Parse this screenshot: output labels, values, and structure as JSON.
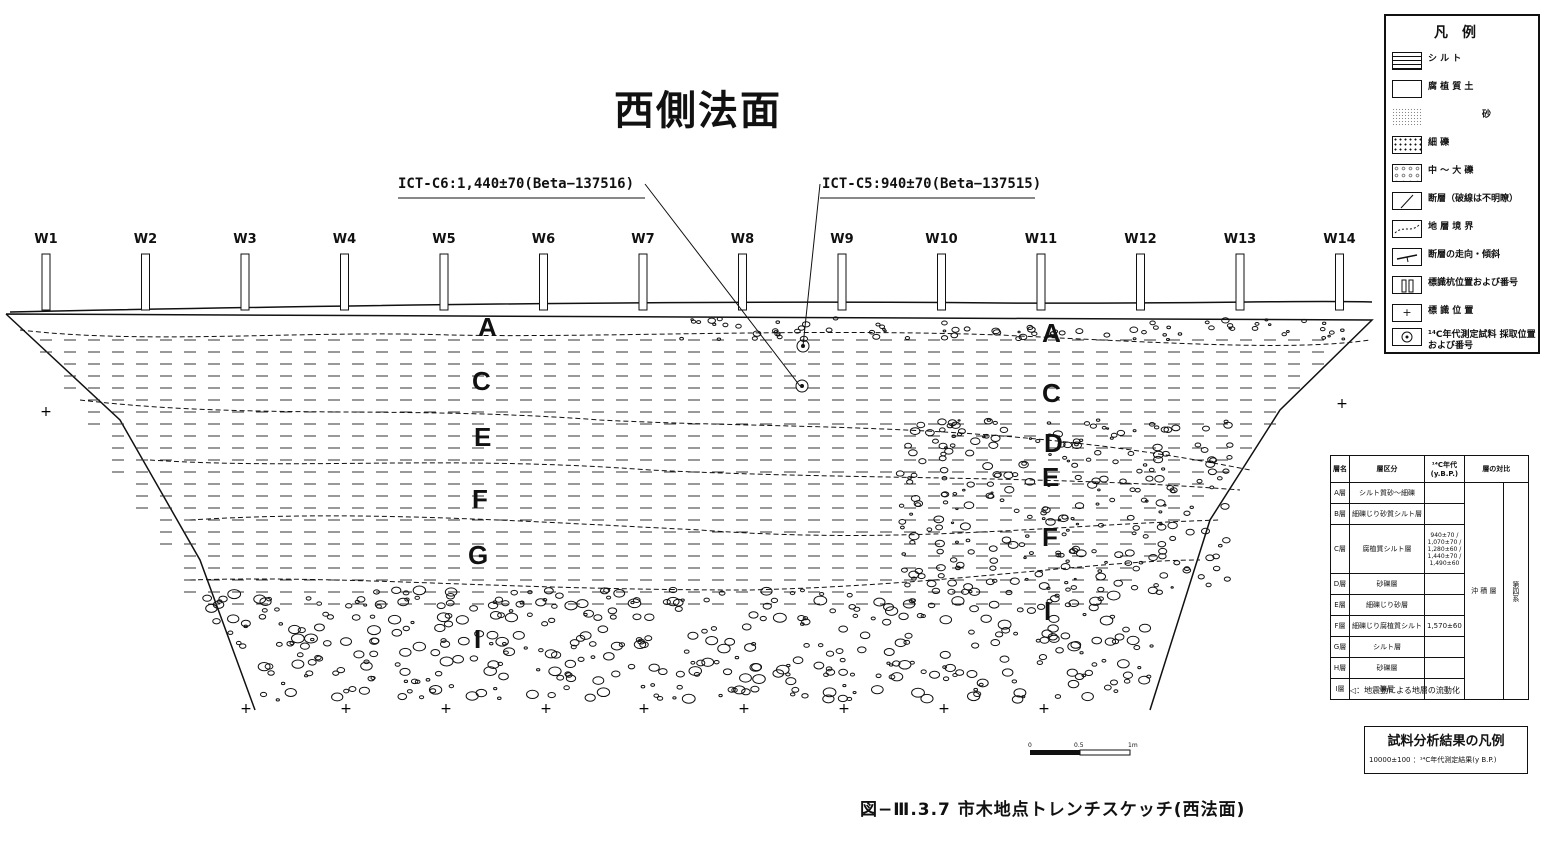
{
  "title": "西側法面",
  "caption": "図−Ⅲ.3.7 市木地点トレンチスケッチ(西法面)",
  "samples": [
    {
      "label": "ICT-C6:1,440±70(Beta−137516)"
    },
    {
      "label": "ICT-C5:940±70(Beta−137515)"
    }
  ],
  "stakes": [
    "W1",
    "W2",
    "W3",
    "W4",
    "W5",
    "W6",
    "W7",
    "W8",
    "W9",
    "W10",
    "W11",
    "W12",
    "W13",
    "W14"
  ],
  "layers_left": [
    "A",
    "C",
    "E",
    "F",
    "G",
    "I"
  ],
  "layers_right": [
    "A",
    "C",
    "D",
    "E",
    "F",
    "I"
  ],
  "legend": {
    "title": "凡例",
    "items": [
      {
        "label": "シ ル ト"
      },
      {
        "label": "腐 植 質 土"
      },
      {
        "label": "砂"
      },
      {
        "label": "細  礫"
      },
      {
        "label": "中 〜 大 礫"
      },
      {
        "label": "断層（破線は不明瞭）"
      },
      {
        "label": "地 層 境 界"
      },
      {
        "label": "断層の走向・傾斜"
      },
      {
        "label": "標識杭位置および番号"
      },
      {
        "label": "標 識 位 置"
      },
      {
        "label": "¹⁴C年代測定試料 採取位置および番号"
      }
    ]
  },
  "table": {
    "headers": [
      "層名",
      "層区分",
      "¹⁴C年代 (y.B.P.)",
      "層の対比"
    ],
    "rows": [
      {
        "name": "A層",
        "desc": "シルト質砂〜細礫",
        "age": ""
      },
      {
        "name": "B層",
        "desc": "細礫じり砂質シルト層",
        "age": ""
      },
      {
        "name": "C層",
        "desc": "腐植質シルト層",
        "age": "940±70 / 1,070±70 / 1,280±60 / 1,440±70 / 1,490±60"
      },
      {
        "name": "D層",
        "desc": "砂礫層",
        "age": ""
      },
      {
        "name": "E層",
        "desc": "細礫じり砂層",
        "age": ""
      },
      {
        "name": "F層",
        "desc": "細礫じり腐植質シルト",
        "age": "1,570±60"
      },
      {
        "name": "G層",
        "desc": "シルト層",
        "age": ""
      },
      {
        "name": "H層",
        "desc": "砂礫層",
        "age": ""
      },
      {
        "name": "I層",
        "desc": "礫層",
        "age": ""
      }
    ],
    "correlation_1": "沖 積 層",
    "correlation_2": "第四系",
    "note": "◁：地震動による地層の流動化"
  },
  "result_legend": {
    "title": "試料分析結果の凡例",
    "row": "10000±100 ：¹⁴C年代測定結果(y B.P.)"
  },
  "scale": {
    "ticks": [
      "0",
      "0.5",
      "1m"
    ]
  }
}
